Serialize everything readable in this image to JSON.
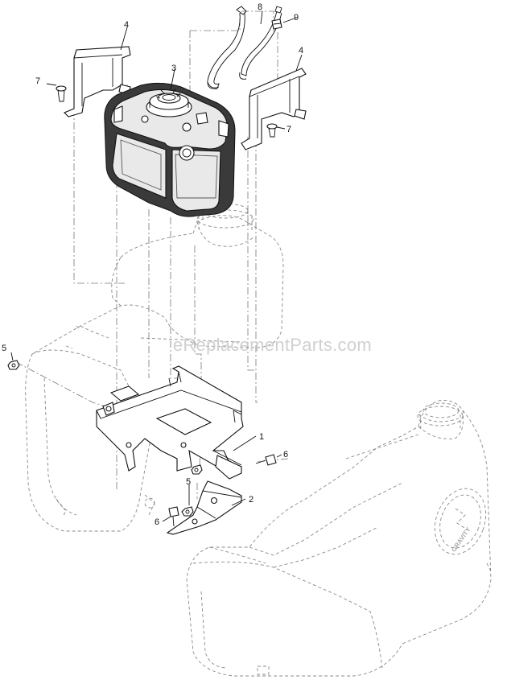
{
  "watermark": "eReplacementParts.com",
  "callouts": {
    "c1": "1",
    "c2": "2",
    "c3": "3",
    "c4a": "4",
    "c4b": "4",
    "c5a": "5",
    "c5b": "5",
    "c6a": "6",
    "c6b": "6",
    "c7a": "7",
    "c7b": "7",
    "c8": "8",
    "c9": "9"
  },
  "tank_logo": "GRAVITY"
}
